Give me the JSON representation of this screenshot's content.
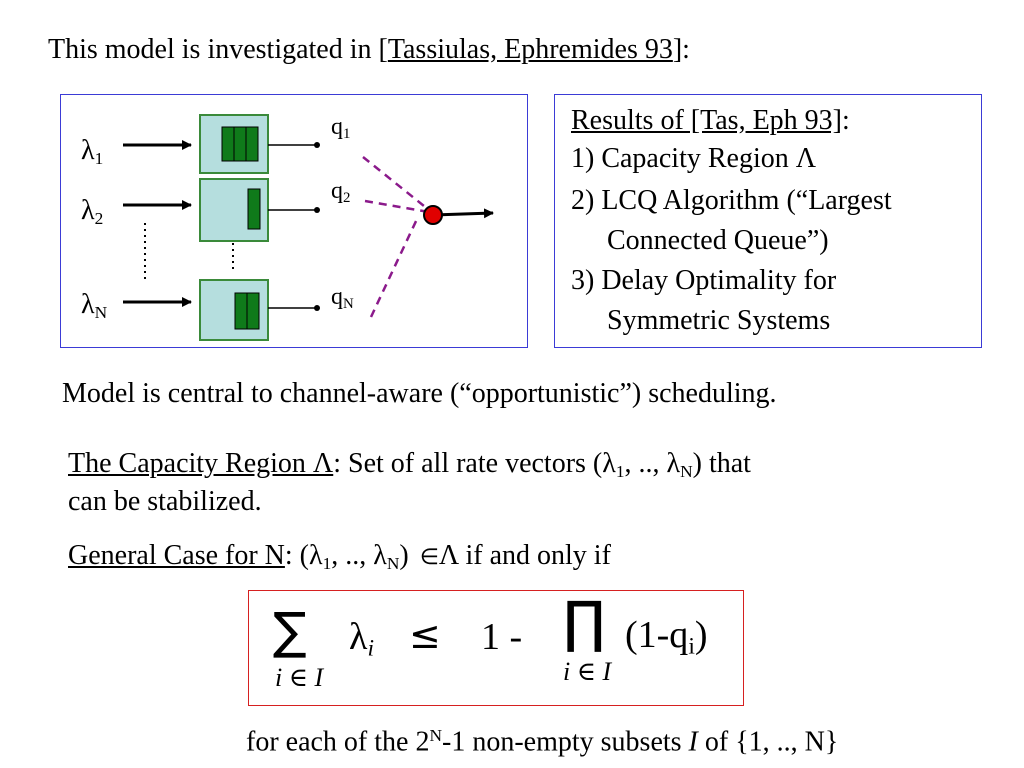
{
  "header": {
    "intro": "This model is investigated in [",
    "citation": "Tassiulas, Ephremides 93",
    "close": "]:"
  },
  "diagram": {
    "lambda_sym": "λ",
    "q_sym": "q",
    "sub_1": "1",
    "sub_2": "2",
    "sub_n": "N"
  },
  "results": {
    "heading": "Results of [Tas, Eph 93]",
    "heading_colon": ":",
    "item1": "1) Capacity Region Λ",
    "item2a": "2) LCQ Algorithm (“Largest",
    "item2b": "Connected Queue”)",
    "item3a": "3) Delay Optimality for",
    "item3b": "Symmetric Systems"
  },
  "body": {
    "central": "Model is central to channel-aware (“opportunistic”) scheduling.",
    "cap_label": "The Capacity Region Λ",
    "cap_text1": ": Set of all rate vectors (λ",
    "cap_sub1": "1",
    "cap_text2": ", .., λ",
    "cap_subn": "N",
    "cap_text3": ") that",
    "cap_line2": "can be stabilized.",
    "gen_label": "General Case for N",
    "gen_text1": ":   (λ",
    "gen_sub1": "1",
    "gen_text2": ", .., λ",
    "gen_subn": "N",
    "gen_text3": ")",
    "gen_in": "∈",
    "gen_text4": "Λ  if and only if"
  },
  "formula": {
    "sum": "∑",
    "sum_index": "i ∈ I",
    "lambda": "λ",
    "lambda_sub": "i",
    "leq": "≤",
    "one_minus": "1 -",
    "prod": "∏",
    "prod_index": "i ∈ I",
    "factor_open": "(1-q",
    "factor_sub": "i",
    "factor_close": ")"
  },
  "footer": {
    "text1": "for each of the 2",
    "sup": "N",
    "text2": "-1 non-empty subsets ",
    "set_var": "I",
    "text3": " of {1, .., N}"
  },
  "colors": {
    "box_border": "#3b3bd6",
    "formula_border": "#d62020",
    "queue_fill": "#b5dede",
    "queue_border": "#3a8a3a",
    "packet_fill": "#0f7a1a",
    "dashed_link": "#8b1a8b",
    "server_dot": "#e00000"
  }
}
